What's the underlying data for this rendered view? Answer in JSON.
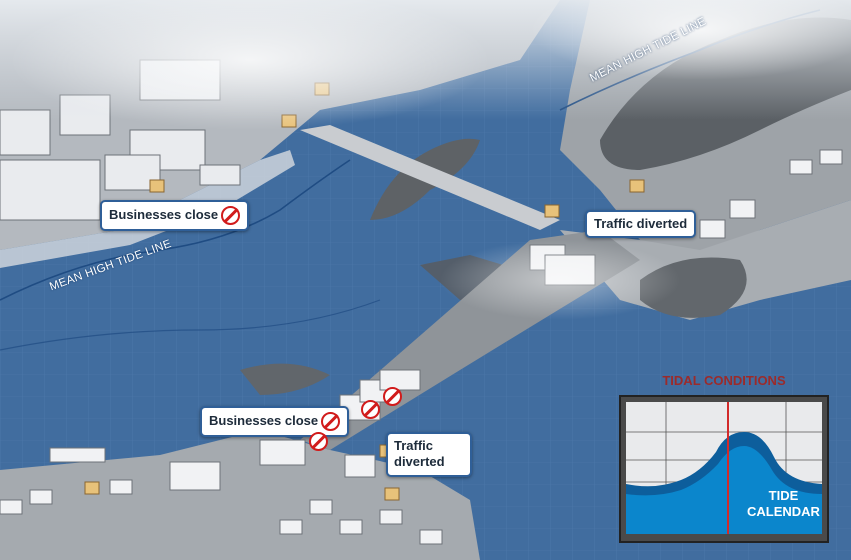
{
  "callouts": {
    "businesses_close_1": "Businesses close",
    "traffic_diverted_1": "Traffic diverted",
    "businesses_close_2": "Businesses close",
    "traffic_diverted_2": "Traffic diverted"
  },
  "tide_lines": {
    "left": "MEAN HIGH TIDE LINE",
    "right": "MEAN HIGH TIDE LINE"
  },
  "tidal_panel": {
    "title": "TIDAL CONDITIONS",
    "calendar_line1": "TIDE",
    "calendar_line2": "CALENDAR"
  },
  "colors": {
    "water": "#3f6b9e",
    "grid": "#5c87b8",
    "callout_border": "#2f5f98",
    "no_sign": "#d11b1b",
    "panel_title": "#9b2b2b",
    "tide_fill": "#0b86cc",
    "tide_marker": "#d22a2a"
  }
}
